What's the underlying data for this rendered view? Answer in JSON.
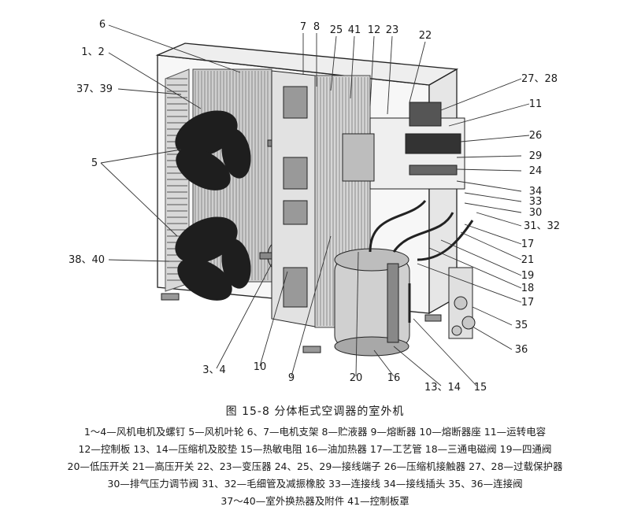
{
  "figure": {
    "caption": "图 15-8    分体柜式空调器的室外机",
    "callouts": [
      "6",
      "1、2",
      "37、39",
      "5",
      "38、40",
      "7",
      "8",
      "25",
      "41",
      "12",
      "23",
      "22",
      "27、28",
      "11",
      "26",
      "29",
      "24",
      "34",
      "33",
      "30",
      "31、32",
      "17",
      "21",
      "19",
      "18",
      "17",
      "35",
      "36",
      "15",
      "13、14",
      "16",
      "20",
      "9",
      "10",
      "3、4"
    ],
    "legend_lines": [
      "1～4—风机电机及螺钉   5—风机叶轮   6、7—电机支架   8—贮液器   9—熔断器   10—熔断器座   11—运转电容",
      "12—控制板   13、14—压缩机及胶垫   15—热敏电阻   16—油加热器   17—工艺管   18—三通电磁阀   19—四通阀",
      "20—低压开关   21—高压开关   22、23—变压器   24、25、29—接线端子   26—压缩机接触器   27、28—过载保护器",
      "30—排气压力调节阀   31、32—毛细管及减振橡胶   33—连接线   34—接线插头   35、36—连接阀",
      "37～40—室外换热器及附件   41—控制板罩"
    ]
  }
}
